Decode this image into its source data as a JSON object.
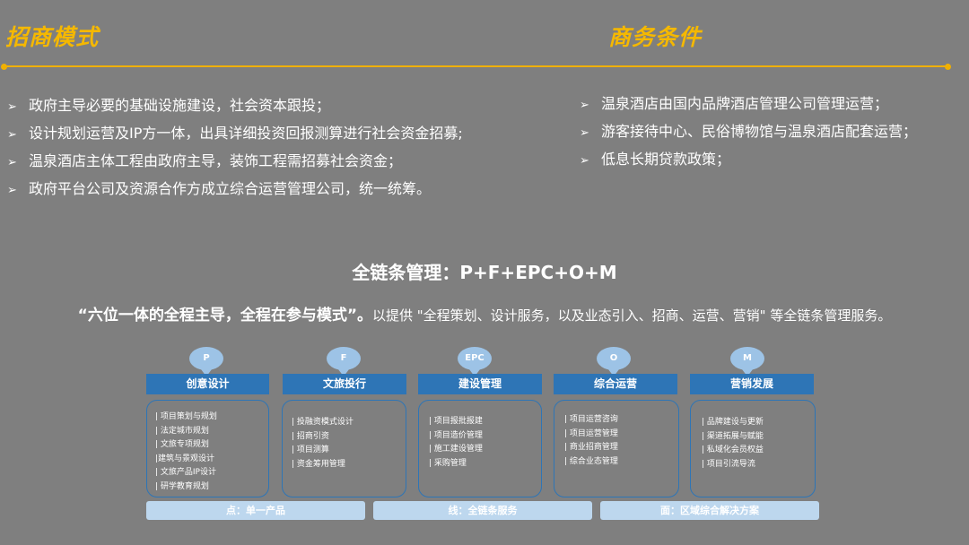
{
  "sections": {
    "left_title": "招商模式",
    "right_title": "商务条件"
  },
  "left_bullets": [
    "政府主导必要的基础设施建设，社会资本跟投；",
    "设计规划运营及IP方一体，出具详细投资回报测算进行社会资金招募;",
    "温泉酒店主体工程由政府主导，装饰工程需招募社会资金；",
    "政府平台公司及资源合作方成立综合运营管理公司，统一统筹。"
  ],
  "right_bullets": [
    "温泉酒店由国内品牌酒店管理公司管理运营；",
    "游客接待中心、民俗博物馆与温泉酒店配套运营；",
    "低息长期贷款政策；"
  ],
  "bullet_marker": "➢",
  "headline": "全链条管理：P+F+EPC+O+M",
  "subline": {
    "strong": "“六位一体的全程主导，全程在参与模式”。",
    "rest": "以提供 \"全程策划、设计服务，以及业态引入、招商、运营、营销\" 等全链条管理服务。"
  },
  "columns": [
    {
      "badge": "P",
      "title": "创意设计",
      "items": [
        "| 项目策划与规划",
        "| 法定城市规划",
        "| 文旅专项规划",
        "|建筑与景观设计",
        "| 文旅产品IP设计",
        "| 研学教育规划"
      ]
    },
    {
      "badge": "F",
      "title": "文旅投行",
      "items": [
        "| 投融资模式设计",
        "| 招商引资",
        "| 项目测算",
        "| 资金筹用管理"
      ]
    },
    {
      "badge": "EPC",
      "title": "建设管理",
      "items": [
        "| 项目报批报建",
        "| 项目造价管理",
        "| 施工建设管理",
        "| 采购管理"
      ]
    },
    {
      "badge": "O",
      "title": "综合运营",
      "items": [
        "| 项目运营咨询",
        "| 项目运营管理",
        "| 商业招商管理",
        "| 综合业态管理"
      ]
    },
    {
      "badge": "M",
      "title": "营销发展",
      "items": [
        "| 品牌建设与更新",
        "| 渠道拓展与赋能",
        "| 私域化会员权益",
        "| 项目引流导流"
      ]
    }
  ],
  "bottom_bars": [
    "点：单一产品",
    "线：全链条服务",
    "面：区域综合解决方案"
  ],
  "colors": {
    "background": "#7f7f7f",
    "accent": "#f5b800",
    "bar_blue": "#2e75b6",
    "badge_light_blue": "#9dc3e6",
    "bottom_light_blue": "#bdd7ee"
  }
}
